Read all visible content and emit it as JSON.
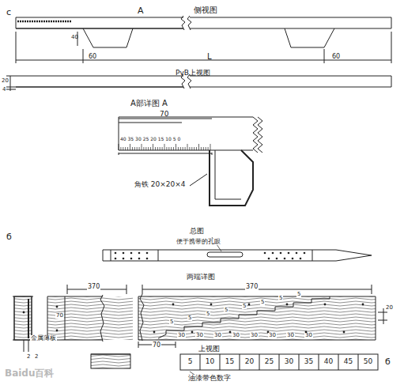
{
  "diagram": {
    "labels": [
      "c",
      "A",
      "侧视图",
      "40",
      "60",
      "L",
      "60",
      "PvB上视图",
      "20",
      "4",
      "A部详图 A",
      "70",
      "40 35 30 25 20 15 10 5 0",
      "角铁 20×20×4",
      "б",
      "总图",
      "便于携带的孔眼",
      "两端详图",
      "370",
      "370",
      "70",
      "2",
      "2",
      "金属薄板",
      "5",
      "5",
      "5",
      "5",
      "5",
      "5",
      "5",
      "5",
      "30",
      "30",
      "30",
      "30",
      "30",
      "30",
      "30",
      "30",
      "70",
      "20",
      "上视图",
      "5",
      "10",
      "15",
      "20",
      "25",
      "30",
      "35",
      "40",
      "45",
      "50",
      "б",
      "油漆带色数字",
      "Baidu百科"
    ]
  }
}
